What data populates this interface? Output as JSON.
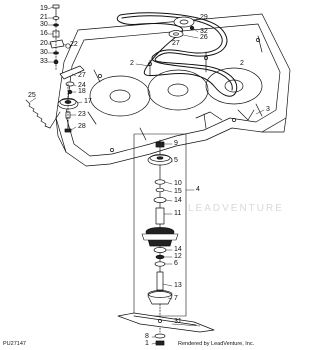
{
  "colors": {
    "line": "#111111",
    "fill_light": "#ffffff",
    "fill_dark": "#222222",
    "watermark": "#d9d9d9"
  },
  "callouts": {
    "c19": "19",
    "c21": "21",
    "c30a": "30",
    "c16": "16",
    "c20": "20",
    "c22": "22",
    "c30b": "30",
    "c33": "33",
    "c27a": "27",
    "c24": "24",
    "c18": "18",
    "c25": "25",
    "c17": "17",
    "c23": "23",
    "c28": "28",
    "c2a": "2",
    "c29": "29",
    "c32": "32",
    "c26": "26",
    "c27b": "27",
    "c2b": "2",
    "c3": "3",
    "c9": "9",
    "c5": "5",
    "c10": "10",
    "c15": "15",
    "c14a": "14",
    "c4": "4",
    "c11": "11",
    "c14b": "14",
    "c12": "12",
    "c6": "6",
    "c13": "13",
    "c7": "7",
    "c31": "31",
    "c8": "8",
    "c1": "1"
  },
  "footer": {
    "figure_id": "PU27147",
    "credit": "Rendered by LeadVenture, Inc."
  },
  "watermark": {
    "text": "LEADVENTURE"
  }
}
